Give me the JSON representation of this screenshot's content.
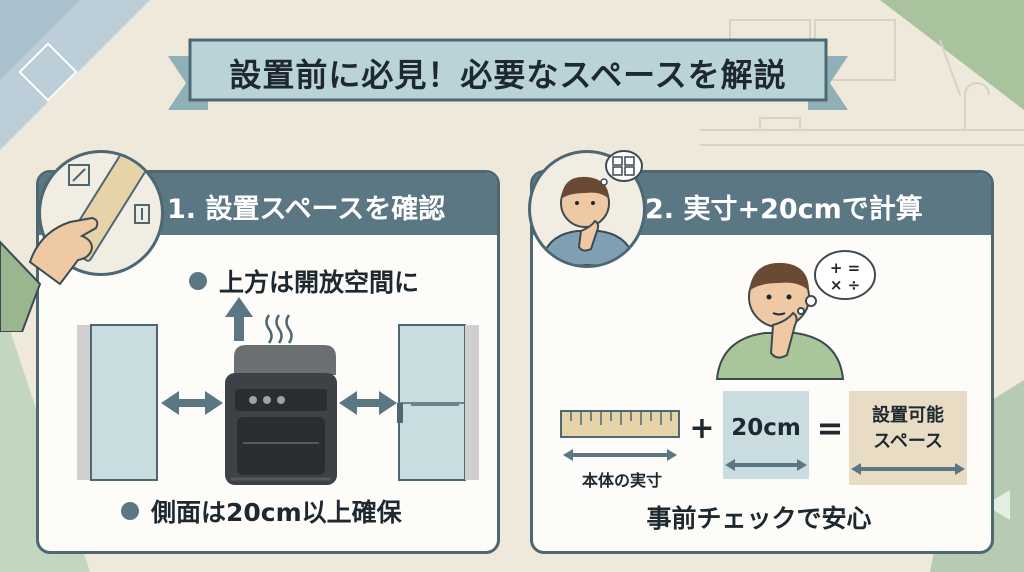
{
  "title": "設置前に必見！必要なスペースを解説",
  "panel1": {
    "title": "1. 設置スペースを確認",
    "caption_top": "上方は開放空間に",
    "caption_bottom": "側面は20cm以上確保"
  },
  "panel2": {
    "title": "2. 実寸+20cmで計算",
    "body_label": "本体の実寸",
    "plus": "+",
    "space_value": "20cm",
    "equals": "=",
    "result_line1": "設置可能",
    "result_line2": "スペース",
    "conclusion": "事前チェックで安心",
    "thought_symbols": "+ =\n× ÷"
  },
  "colors": {
    "background": "#efe9dc",
    "panel_header": "#5b7784",
    "ribbon": "#b9d3d6",
    "accent_blue": "#c9dde1",
    "accent_beige": "#e9dcc4",
    "arrow": "#5b7784"
  },
  "icons": [
    "ruler-icon",
    "hand-icon",
    "diagonal-arrow-icon",
    "vertical-arrow-icon",
    "thinking-person-icon",
    "calculator-bubble-icon",
    "air-fryer-icon",
    "heat-waves-icon",
    "up-arrow-icon",
    "cabinet-icon",
    "wall-icon"
  ]
}
